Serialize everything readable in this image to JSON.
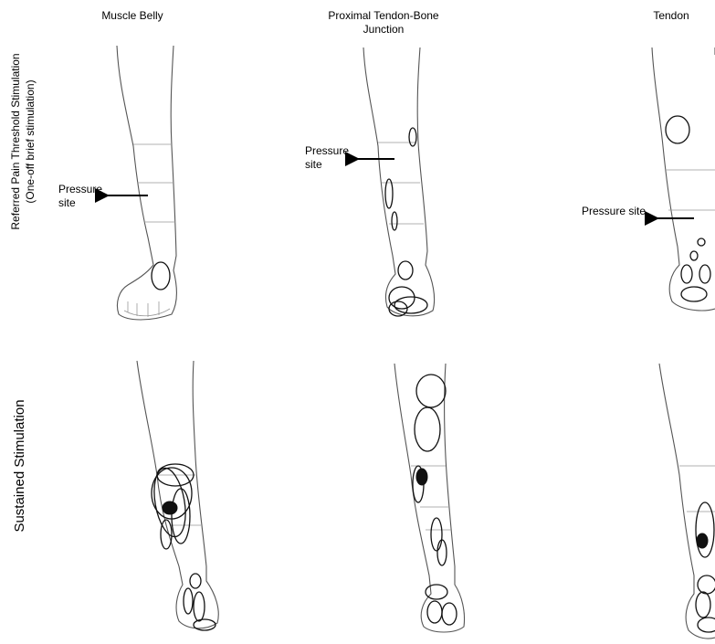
{
  "columns": [
    "Muscle Belly",
    "Proximal Tendon-Bone\nJunction",
    "Tendon"
  ],
  "rows": {
    "top": {
      "line1": "Referred Pain Threshold Stimulation",
      "line2": "(One-off brief stimulation)"
    },
    "bottom": {
      "line1": "Sustained Stimulation"
    }
  },
  "pressure_labels": {
    "muscle_belly": "Pressure\nsite",
    "tendon_bone": "Pressure\nsite",
    "tendon": "Pressure site"
  }
}
